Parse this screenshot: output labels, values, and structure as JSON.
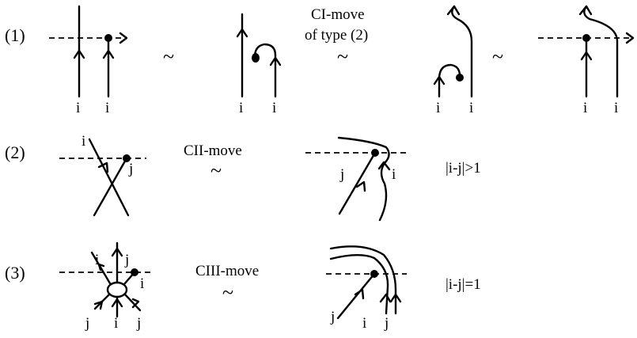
{
  "rows": [
    {
      "number": "(1)",
      "move_name": [
        "CI-move",
        "of type (2)"
      ],
      "tildes": [
        "~",
        "~",
        "~"
      ],
      "labels": [
        "i",
        "i",
        "i",
        "i",
        "i",
        "i",
        "i",
        "i"
      ]
    },
    {
      "number": "(2)",
      "move_name": [
        "CII-move"
      ],
      "tildes": [
        "~"
      ],
      "labels": [
        "i",
        "j",
        "j",
        "i"
      ],
      "condition": "|i-j|>1"
    },
    {
      "number": "(3)",
      "move_name": [
        "CIII-move"
      ],
      "tildes": [
        "~"
      ],
      "labels": [
        "i",
        "j",
        "i",
        "j",
        "i",
        "j",
        "j",
        "i",
        "j"
      ],
      "condition": "|i-j|=1"
    }
  ]
}
